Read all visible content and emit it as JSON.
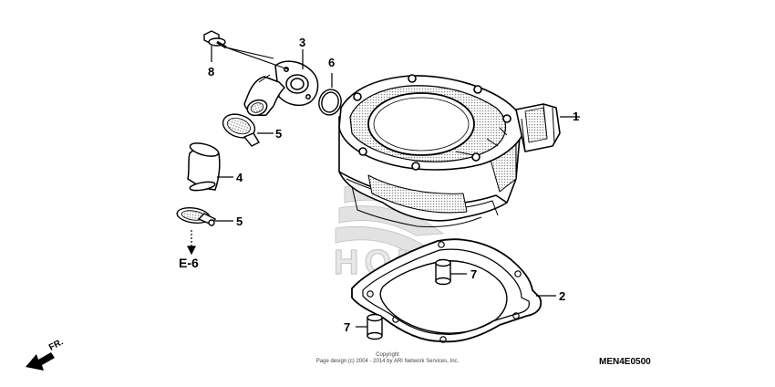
{
  "parts": [
    {
      "id": "cylinder",
      "callout": "1"
    },
    {
      "id": "cylinder-gasket",
      "callout": "2"
    },
    {
      "id": "water-pipe-joint",
      "callout": "3"
    },
    {
      "id": "water-hose",
      "callout": "4"
    },
    {
      "id": "hose-clamp-upper",
      "callout": "5"
    },
    {
      "id": "hose-clamp-lower",
      "callout": "5"
    },
    {
      "id": "o-ring",
      "callout": "6"
    },
    {
      "id": "dowel-pin-upper",
      "callout": "7"
    },
    {
      "id": "dowel-pin-lower",
      "callout": "7"
    },
    {
      "id": "flange-bolt",
      "callout": "8"
    }
  ],
  "reference": "E-6",
  "direction_label": "FR.",
  "copyright_line1": "Copyright",
  "copyright_line2": "Page design (c) 2004 - 2014 by ARI Network Services, Inc.",
  "diagram_code": "MEN4E0500",
  "watermark": "HONDA",
  "colors": {
    "line": "#000000",
    "watermark": "#d9d9d9",
    "shading": "#8c8c8c"
  }
}
